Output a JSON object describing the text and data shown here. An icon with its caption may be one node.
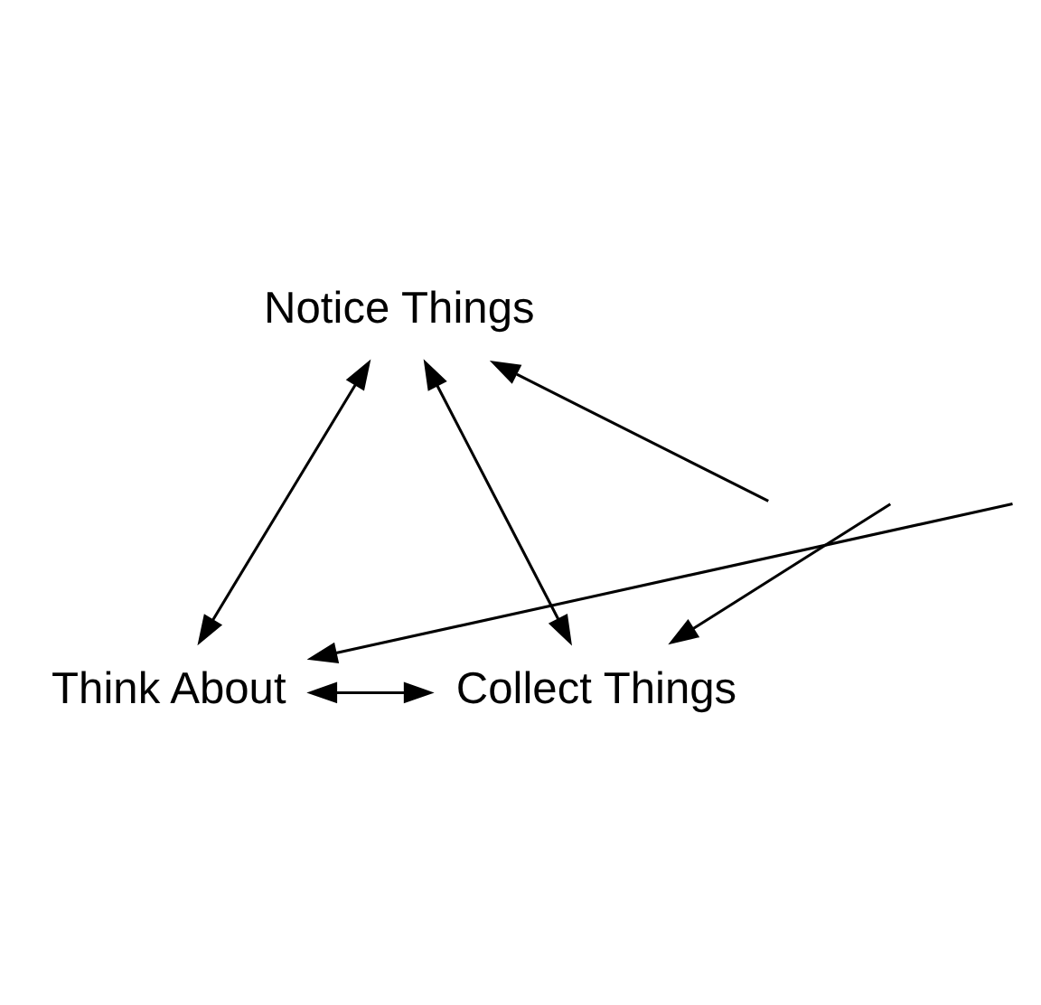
{
  "diagram": {
    "nodes": [
      {
        "text": [
          "Notice Things"
        ]
      },
      {
        "text": [
          "Think About"
        ]
      },
      {
        "text": [
          "Collect Things"
        ]
      }
    ],
    "edges": [
      {
        "from": 0,
        "to": 1,
        "arrow": "both"
      },
      {
        "from": null,
        "to": 0,
        "arrow": "to"
      },
      {
        "from": 0,
        "to": 2,
        "arrow": "both"
      },
      {
        "from": null,
        "to": 1,
        "arrow": "to"
      },
      {
        "from": null,
        "to": 2,
        "arrow": "to"
      },
      {
        "from": 1,
        "to": 2,
        "arrow": "both"
      }
    ]
  }
}
